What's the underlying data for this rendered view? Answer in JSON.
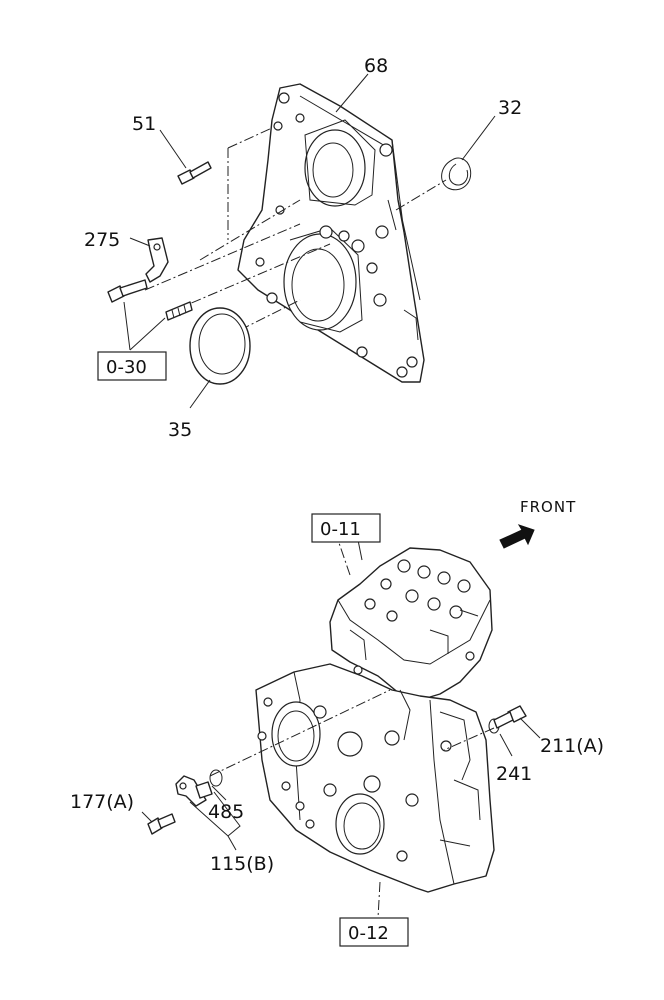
{
  "labels": {
    "p68": "68",
    "p51": "51",
    "p32": "32",
    "p275": "275",
    "p35": "35",
    "p177a": "177(A)",
    "p485": "485",
    "p115b": "115(B)",
    "p241": "241",
    "p211a": "211(A)"
  },
  "refs": {
    "r030": "0-30",
    "r011": "0-11",
    "r012": "0-12"
  },
  "direction": {
    "front": "FRONT"
  }
}
